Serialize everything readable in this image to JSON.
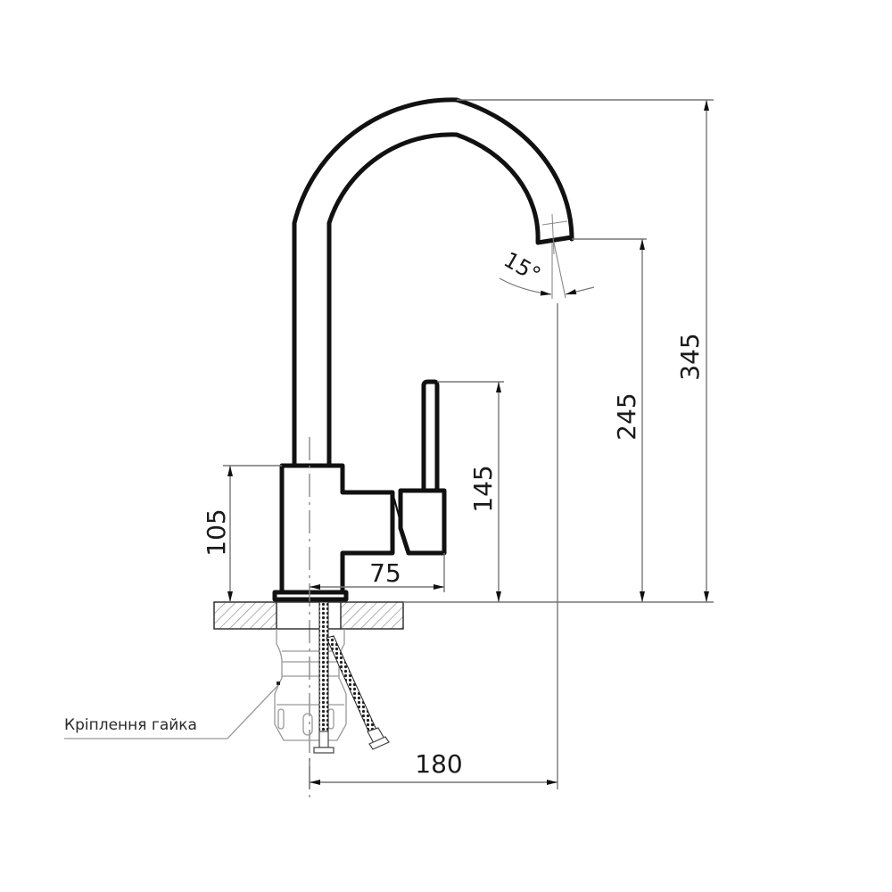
{
  "drawing": {
    "subject": "kitchen faucet with swivel gooseneck spout",
    "colors": {
      "outline": "#111111",
      "dimension_line": "#777777",
      "text": "#1a1a1a",
      "background": "#ffffff"
    }
  },
  "dimensions": {
    "total_height": "345",
    "spout_outlet_height": "245",
    "handle_height": "145",
    "body_height": "105",
    "handle_reach": "75",
    "spout_reach": "180",
    "spout_angle": "15°"
  },
  "labels": {
    "mounting_nut": "Кріплення гайка"
  }
}
